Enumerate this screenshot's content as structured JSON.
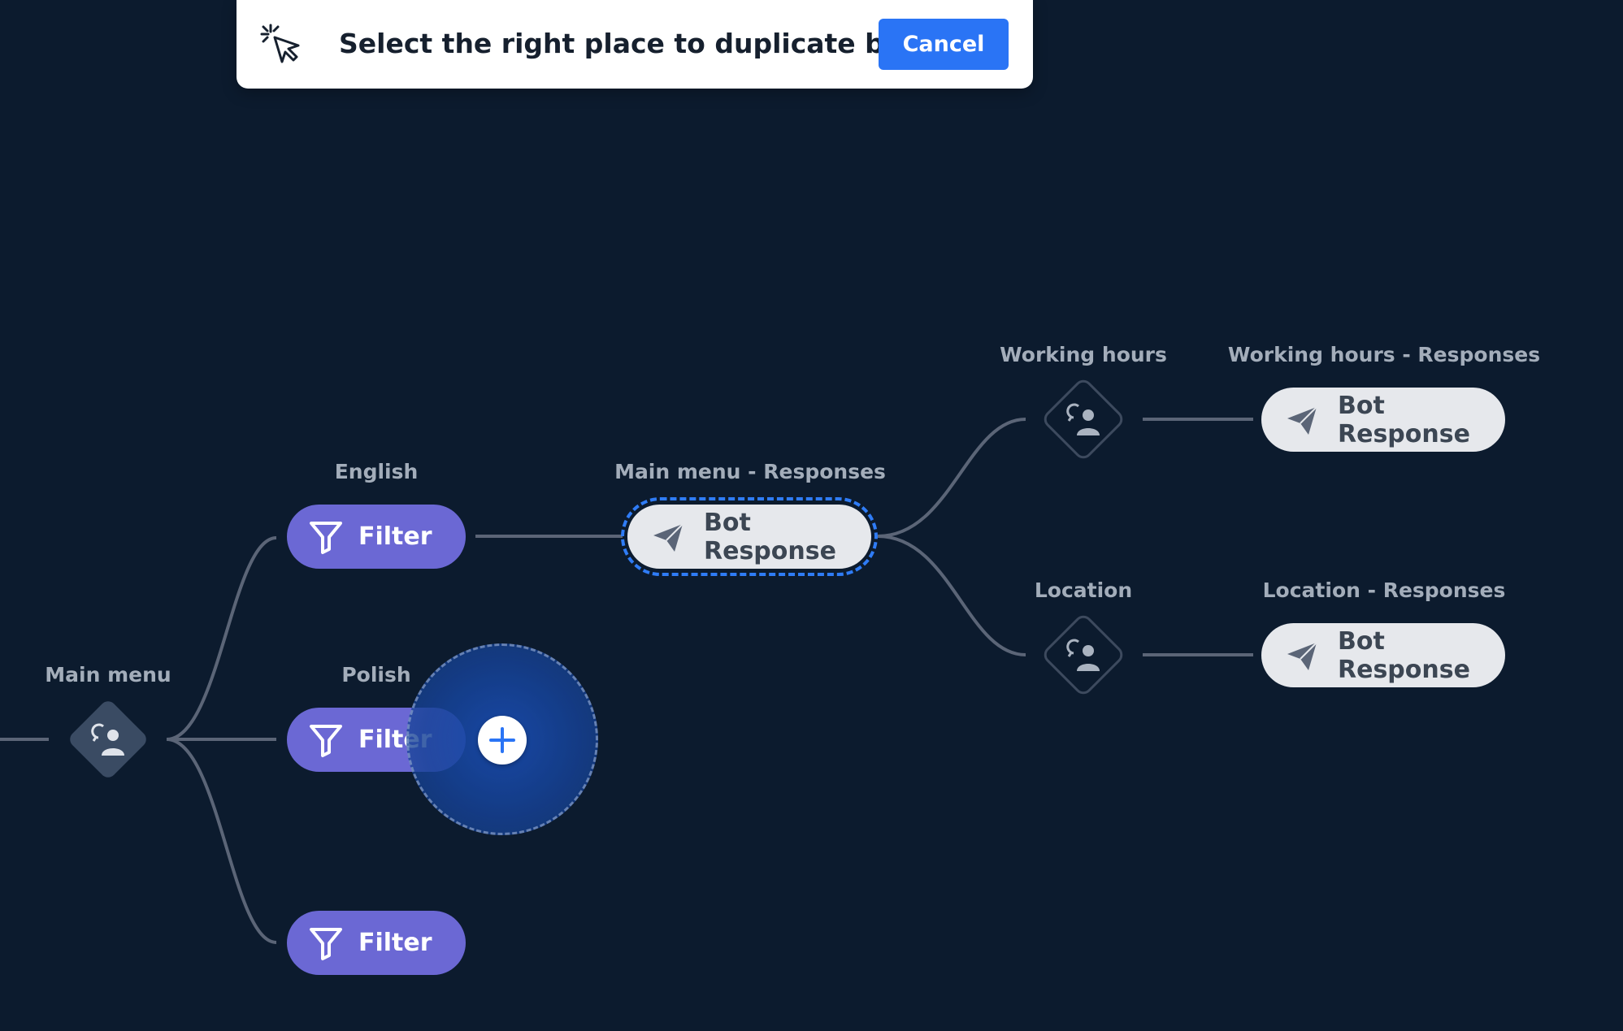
{
  "toolbar": {
    "message": "Select the right place to duplicate blocks",
    "cancel_label": "Cancel"
  },
  "nodes": {
    "main_menu": {
      "label": "Main menu"
    },
    "english": {
      "label": "English",
      "pill": "Filter"
    },
    "polish": {
      "label": "Polish",
      "pill": "Filter"
    },
    "filter_3": {
      "pill": "Filter"
    },
    "main_responses": {
      "label": "Main menu - Responses",
      "pill": "Bot Response"
    },
    "working_hours": {
      "label": "Working hours"
    },
    "working_hours_responses": {
      "label": "Working hours - Responses",
      "pill": "Bot Response"
    },
    "location": {
      "label": "Location"
    },
    "location_responses": {
      "label": "Location - Responses",
      "pill": "Bot Response"
    }
  },
  "icons": {
    "toolbar": "cursor-click-icon",
    "filter": "filter-icon",
    "bot_response": "paper-plane-icon",
    "intent": "chat-user-icon",
    "add": "plus-icon"
  },
  "colors": {
    "background": "#0c1b2e",
    "filter": "#6b68d4",
    "bot_response": "#e6e8ec",
    "accent": "#2a74f5",
    "connector": "#5b6577"
  }
}
